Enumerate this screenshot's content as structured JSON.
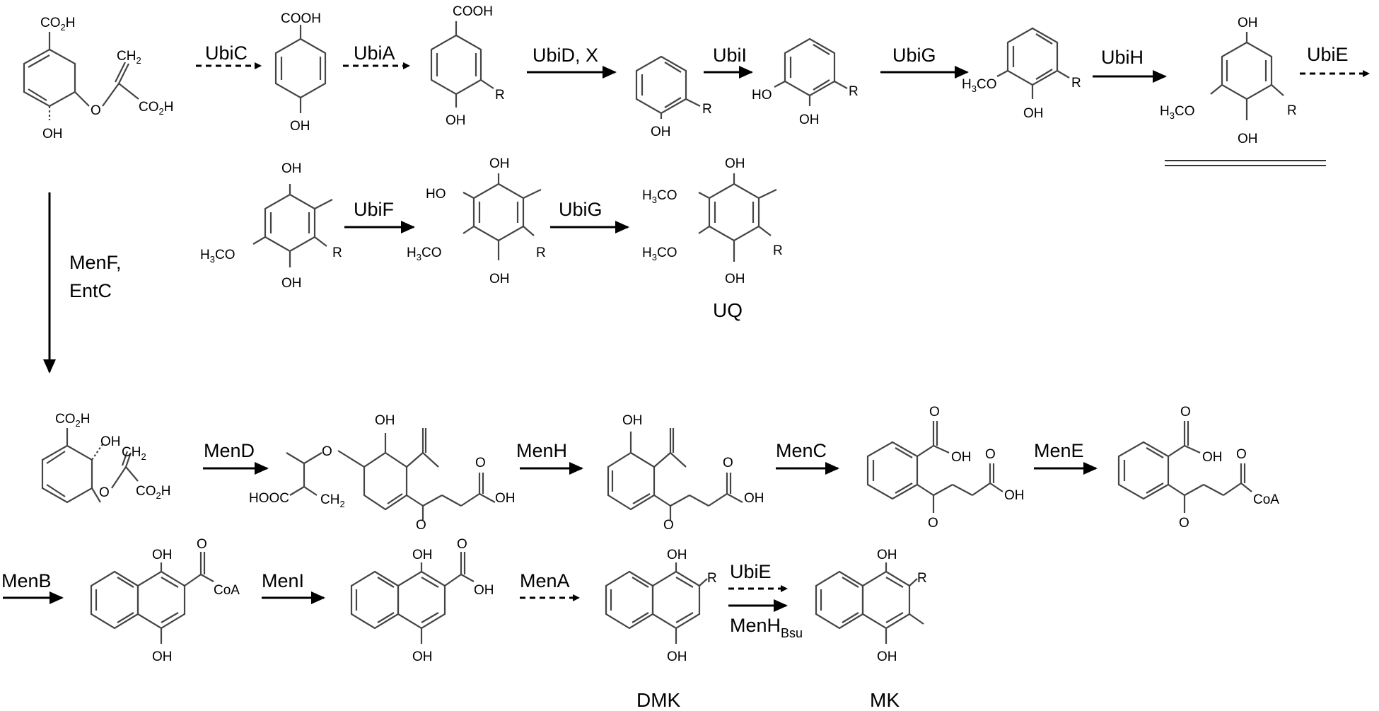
{
  "enzymes": {
    "ubic": "UbiC",
    "ubia": "UbiA",
    "ubidx": "UbiD, X",
    "ubii": "UbiI",
    "ubig1": "UbiG",
    "ubih": "UbiH",
    "ubie1": "UbiE",
    "ubif": "UbiF",
    "ubig2": "UbiG",
    "menf_line1": "MenF,",
    "menf_line2": "EntC",
    "mend": "MenD",
    "menh": "MenH",
    "menc": "MenC",
    "mene": "MenE",
    "menb": "MenB",
    "meni": "MenI",
    "mena": "MenA",
    "ubie2": "UbiE",
    "menh_bsu_main": "MenH",
    "menh_bsu_sub": "Bsu"
  },
  "compounds": {
    "uq": "UQ",
    "dmk": "DMK",
    "mk": "MK"
  },
  "atoms": {
    "co2h": "CO",
    "co2h_sub": "2",
    "co2h_tail": "H",
    "ch2": "CH",
    "ch2_sub": "2",
    "oh": "OH",
    "ho": "HO",
    "cooh": "COOH",
    "hooc": "HOOC",
    "o": "O",
    "r": "R",
    "h3co_h": "H",
    "h3co_sub": "3",
    "h3co_tail": "CO",
    "coa": "CoA"
  },
  "colors": {
    "arrow": "#000000",
    "bond": "#444444",
    "text": "#000000"
  }
}
